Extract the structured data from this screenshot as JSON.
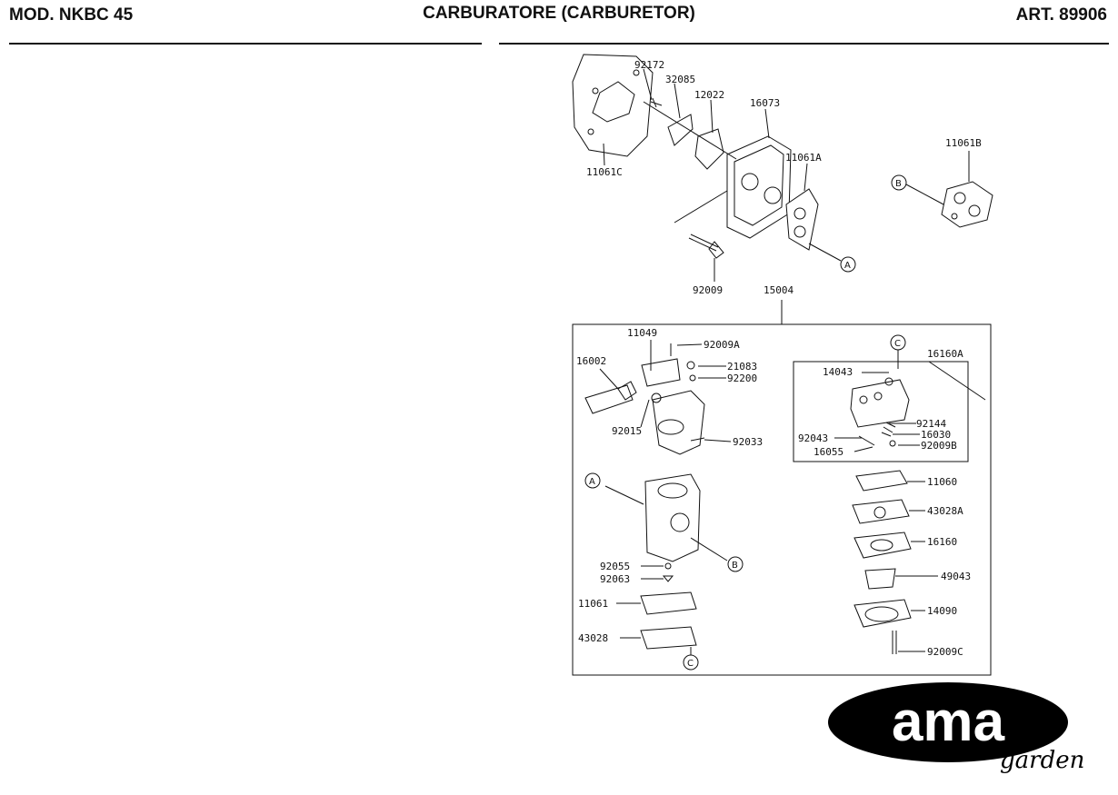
{
  "header": {
    "model": "MOD. NKBC 45",
    "title": "CARBURATORE (CARBURETOR)",
    "article": "ART. 89906"
  },
  "parts": {
    "p92172": "92172",
    "p32085": "32085",
    "p12022": "12022",
    "p16073": "16073",
    "p11061C": "11061C",
    "p11061A": "11061A",
    "p11061B": "11061B",
    "p92009": "92009",
    "p15004": "15004",
    "p11049": "11049",
    "p92009A": "92009A",
    "p21083": "21083",
    "p92200": "92200",
    "p16002": "16002",
    "p92015": "92015",
    "p92033": "92033",
    "p14043": "14043",
    "p16160A": "16160A",
    "p92144": "92144",
    "p92043": "92043",
    "p16030": "16030",
    "p16055": "16055",
    "p92009B": "92009B",
    "p11060": "11060",
    "p43028A": "43028A",
    "p16160": "16160",
    "p49043": "49043",
    "p14090": "14090",
    "p92009C": "92009C",
    "p92055": "92055",
    "p92063": "92063",
    "p11061": "11061",
    "p43028": "43028"
  },
  "callouts": {
    "a": "A",
    "b": "B",
    "c": "C"
  },
  "logo": {
    "text": "ama",
    "subtext": "garden",
    "color": "#000000"
  }
}
